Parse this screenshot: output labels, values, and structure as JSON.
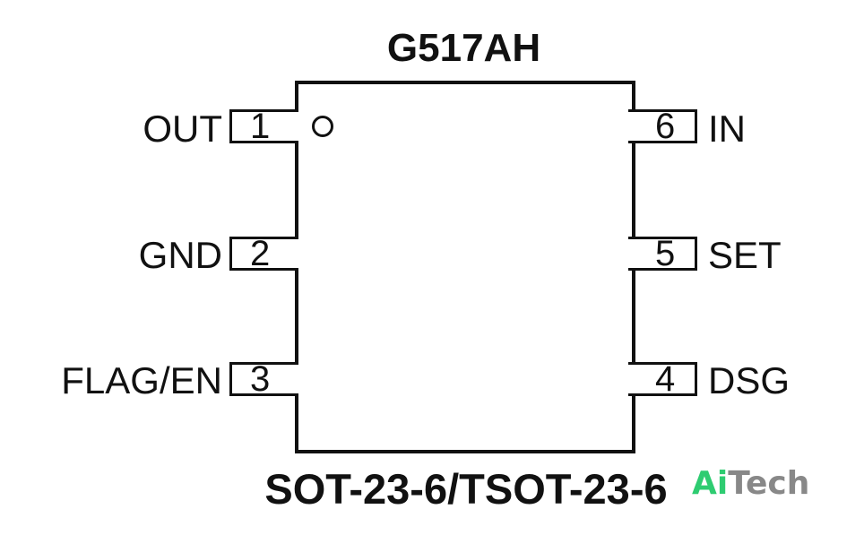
{
  "chip": {
    "part_number": "G517AH",
    "package": "SOT-23-6/TSOT-23-6"
  },
  "pins": {
    "left": [
      {
        "number": "1",
        "label": "OUT"
      },
      {
        "number": "2",
        "label": "GND"
      },
      {
        "number": "3",
        "label": "FLAG/EN"
      }
    ],
    "right": [
      {
        "number": "6",
        "label": "IN"
      },
      {
        "number": "5",
        "label": "SET"
      },
      {
        "number": "4",
        "label": "DSG"
      }
    ]
  },
  "watermark": {
    "part1": "Ai",
    "part2": "Tech",
    "color_part1": "#2ecc71",
    "color_part2": "#888888"
  },
  "colors": {
    "outline": "#111111",
    "background": "#ffffff"
  }
}
